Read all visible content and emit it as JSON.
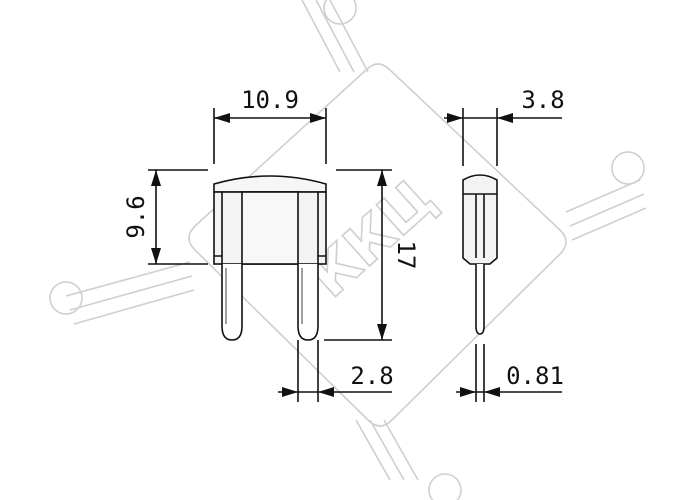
{
  "drawing": {
    "dimensions": {
      "width_body": "10.9",
      "height_body": "9.6",
      "height_total": "17",
      "terminal_width": "2.8",
      "thickness_body": "3.8",
      "thickness_terminal": "0.81"
    },
    "watermark": {
      "text": "ККЦ"
    },
    "colors": {
      "line": "#111111",
      "body_fill": "#f3f3f3",
      "watermark": "#cfcfcf"
    }
  }
}
